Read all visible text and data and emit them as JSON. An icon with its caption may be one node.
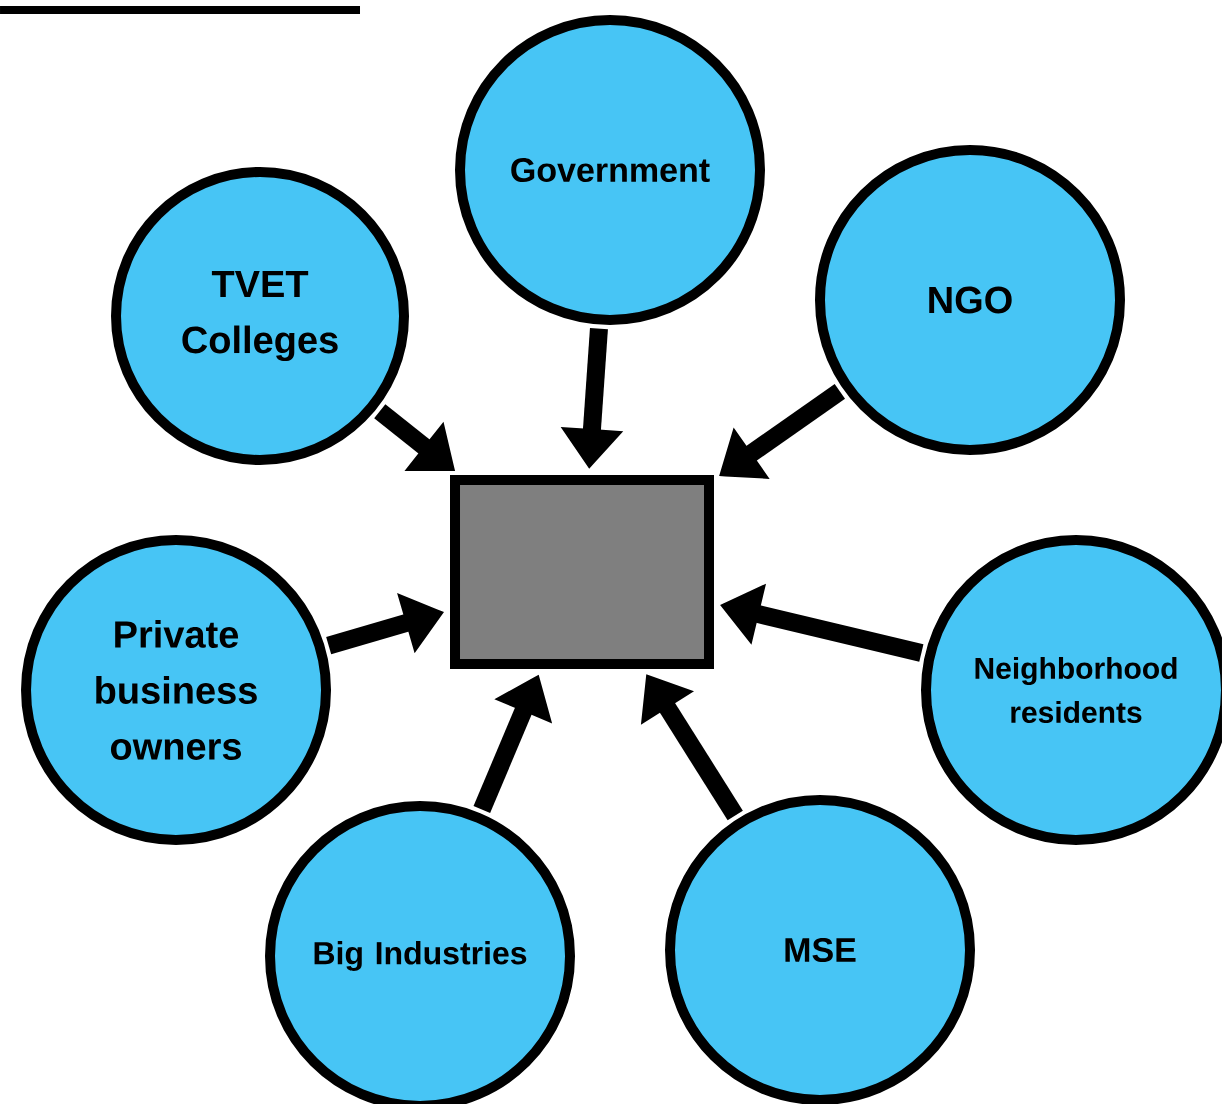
{
  "diagram": {
    "nodes": [
      {
        "text": [
          "Government"
        ]
      },
      {
        "text": [
          "TVET Colleges"
        ]
      },
      {
        "text": [
          "NGO"
        ]
      },
      {
        "text": [],
        "shape": "box"
      },
      {
        "text": [
          "Private business owners"
        ]
      },
      {
        "text": [
          "Neighborhood residents"
        ]
      },
      {
        "text": [
          "Big Industries"
        ]
      },
      {
        "text": [
          "MSE"
        ]
      }
    ],
    "edges": [
      {
        "from": 0,
        "to": 3,
        "arrow": "to"
      },
      {
        "from": 1,
        "to": 3,
        "arrow": "to"
      },
      {
        "from": 2,
        "to": 3,
        "arrow": "to"
      },
      {
        "from": 4,
        "to": 3,
        "arrow": "to"
      },
      {
        "from": 5,
        "to": 3,
        "arrow": "to"
      },
      {
        "from": 6,
        "to": 3,
        "arrow": "to"
      },
      {
        "from": 7,
        "to": 3,
        "arrow": "to"
      }
    ]
  }
}
